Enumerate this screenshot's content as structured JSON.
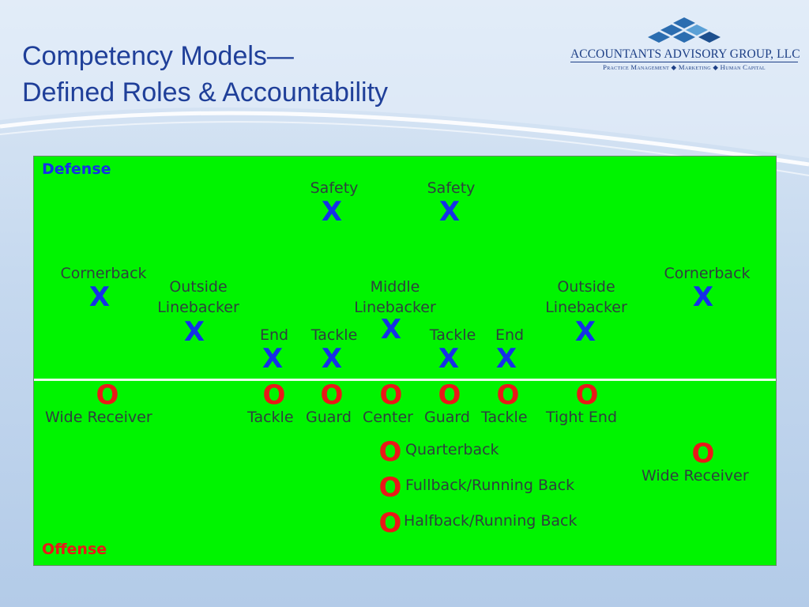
{
  "slide": {
    "title_line1": "Competency Models—",
    "title_line2": "Defined Roles & Accountability"
  },
  "logo": {
    "name": "ACCOUNTANTS ADVISORY GROUP, LLC",
    "tagline": "Practice Management ◆ Marketing ◆ Human Capital",
    "color": "#1d3f86"
  },
  "field": {
    "background_color": "#00f400",
    "defense_label": "Defense",
    "defense_color": "#1530e8",
    "offense_label": "Offense",
    "offense_color": "#ea1818",
    "defense_symbol": "X",
    "offense_symbol": "O",
    "defense_positions": [
      "Safety",
      "Safety",
      "Cornerback",
      "Outside Linebacker",
      "Middle Linebacker",
      "Outside Linebacker",
      "Cornerback",
      "End",
      "Tackle",
      "Tackle",
      "End"
    ],
    "offense_positions": [
      "Wide Receiver",
      "Tackle",
      "Guard",
      "Center",
      "Guard",
      "Tackle",
      "Tight End",
      "Quarterback",
      "Fullback/Running Back",
      "Halfback/Running Back",
      "Wide Receiver"
    ]
  }
}
